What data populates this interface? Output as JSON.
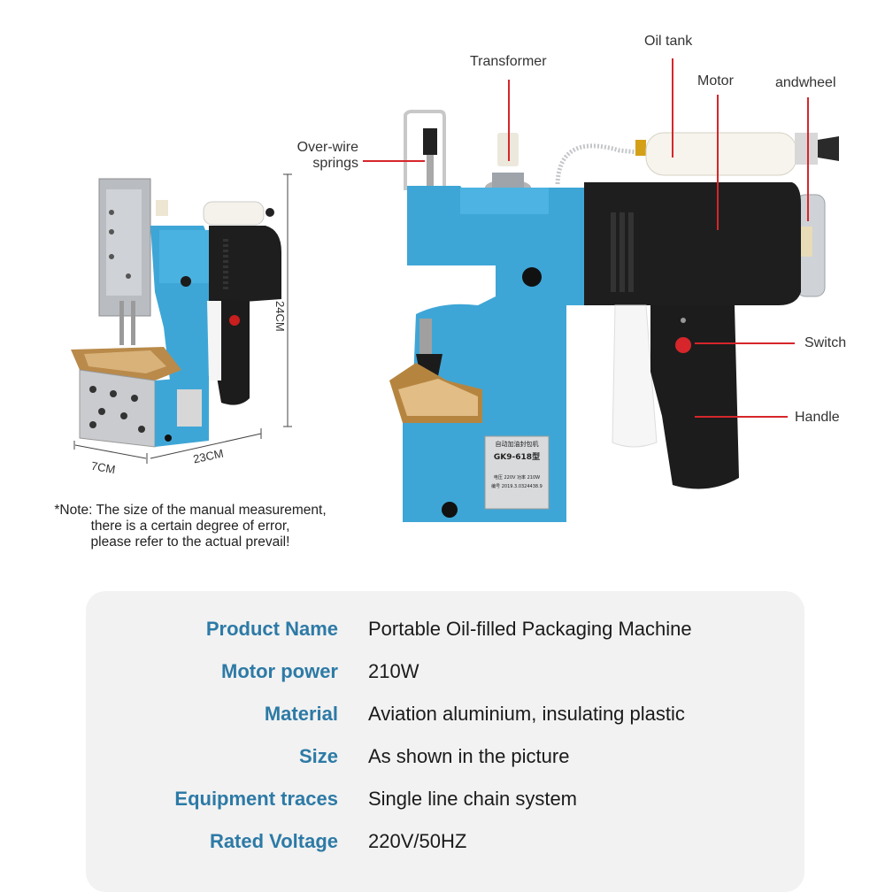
{
  "callouts": {
    "transformer": "Transformer",
    "oil_tank": "Oil tank",
    "motor": "Motor",
    "handwheel": "andwheel",
    "overwire_line1": "Over-wire",
    "overwire_line2": "springs",
    "switch": "Switch",
    "handle": "Handle"
  },
  "dimensions": {
    "height": "24CM",
    "depth": "7CM",
    "width": "23CM"
  },
  "note": {
    "line1": "*Note: The size of the manual measurement,",
    "line2": "there is a certain degree of error,",
    "line3": "please refer to the actual prevail!"
  },
  "nameplate": {
    "title_cn": "自动加油封包机",
    "model": "GK9-618型",
    "rating": "电压 220V  功率 210W",
    "serial": "编号 2019.3.0324438.9"
  },
  "specs": [
    {
      "label": "Product Name",
      "value": "Portable Oil-filled Packaging Machine"
    },
    {
      "label": "Motor power",
      "value": "210W"
    },
    {
      "label": "Material",
      "value": "Aviation aluminium, insulating plastic"
    },
    {
      "label": "Size",
      "value": "As shown in the picture"
    },
    {
      "label": "Equipment traces",
      "value": "Single line chain system"
    },
    {
      "label": "Rated Voltage",
      "value": "220V/50HZ"
    }
  ],
  "colors": {
    "accent_blue": "#3ea6d6",
    "label_blue": "#2d7aa6",
    "callout_red": "#d6262b",
    "body_black": "#1e1e1e",
    "panel_bg": "#f2f2f2"
  }
}
